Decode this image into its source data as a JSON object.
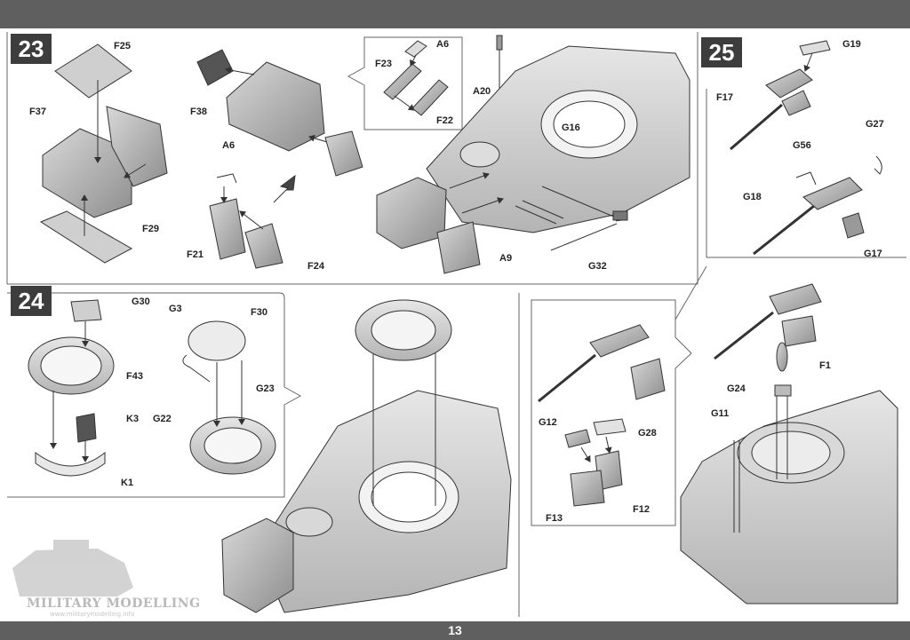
{
  "page": {
    "number": "13"
  },
  "watermark": {
    "title": "MILITARY MODELLING",
    "url": "www.militarymodelling.info"
  },
  "steps": {
    "s23": {
      "number": "23",
      "labels": {
        "F25": "F25",
        "F37": "F37",
        "F38": "F38",
        "F29": "F29",
        "A6": "A6",
        "F21": "F21",
        "F24": "F24",
        "A6_inset": "A6",
        "F23": "F23",
        "F22": "F22",
        "A20": "A20",
        "G16": "G16",
        "A9": "A9",
        "G32": "G32"
      }
    },
    "s24": {
      "number": "24",
      "labels": {
        "G30": "G30",
        "F43": "F43",
        "K3": "K3",
        "K1": "K1",
        "G3": "G3",
        "F30": "F30",
        "G22": "G22",
        "G23": "G23"
      }
    },
    "s25": {
      "number": "25",
      "labels": {
        "G19": "G19",
        "F17": "F17",
        "G56": "G56",
        "G27": "G27",
        "G18": "G18",
        "G17": "G17",
        "G12": "G12",
        "G28": "G28",
        "F13": "F13",
        "F12": "F12",
        "F1": "F1",
        "G24": "G24",
        "G11": "G11"
      }
    }
  }
}
